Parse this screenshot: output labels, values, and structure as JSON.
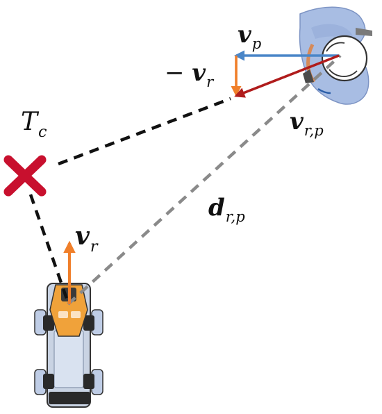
{
  "labels": {
    "v_p": {
      "main": "v",
      "sub": "p"
    },
    "neg_v_r": {
      "prefix": "− ",
      "main": "v",
      "sub": "r"
    },
    "v_rp": {
      "main": "v",
      "sub": "r,p"
    },
    "target": {
      "main": "T",
      "sub": "c"
    },
    "d_rp": {
      "main": "d",
      "sub": "r,p"
    },
    "v_r": {
      "main": "v",
      "sub": "r"
    }
  },
  "colors": {
    "velocity_person": "#4a86c8",
    "velocity_robot": "#f07f2a",
    "relative_velocity": "#b01c1c",
    "target_marker": "#c8102e",
    "dashed_black": "#111111",
    "dashed_gray": "#8a8a8a"
  },
  "icons": {
    "person": "person-top-view-icon",
    "robot": "quadruped-robot-top-view-icon",
    "target": "target-cross-icon"
  }
}
